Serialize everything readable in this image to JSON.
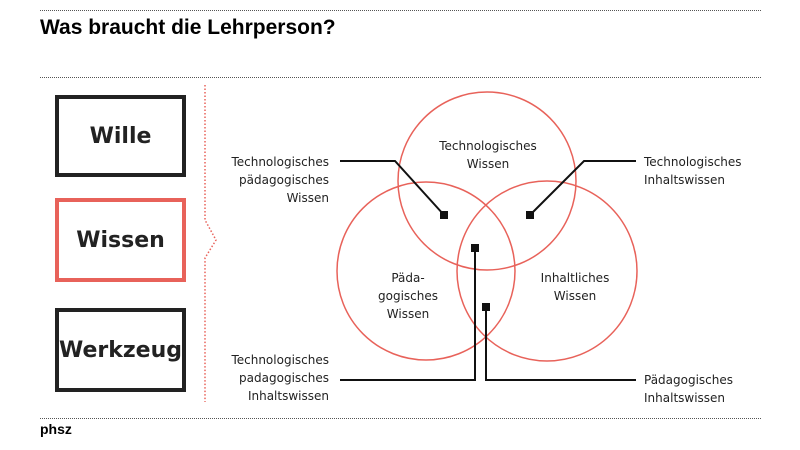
{
  "title": "Was braucht die Lehrperson?",
  "footer": "phsz",
  "boxes": {
    "wille": "Wille",
    "wissen": "Wissen",
    "werkzeug": "Werkzeug"
  },
  "colors": {
    "accent": "#e8625a",
    "dark": "#222222"
  },
  "venn": {
    "tech": [
      "Technologisches",
      "Wissen"
    ],
    "ped": [
      "Päda-",
      "gogisches",
      "Wissen"
    ],
    "content": [
      "Inhaltliches",
      "Wissen"
    ],
    "tpk": [
      "Technologisches",
      "pädagogisches",
      "Wissen"
    ],
    "tck": [
      "Technologisches",
      "Inhaltswissen"
    ],
    "tpck": [
      "Technologisches",
      "padagogisches",
      "Inhaltswissen"
    ],
    "pck": [
      "Pädagogisches",
      "Inhaltswissen"
    ]
  }
}
